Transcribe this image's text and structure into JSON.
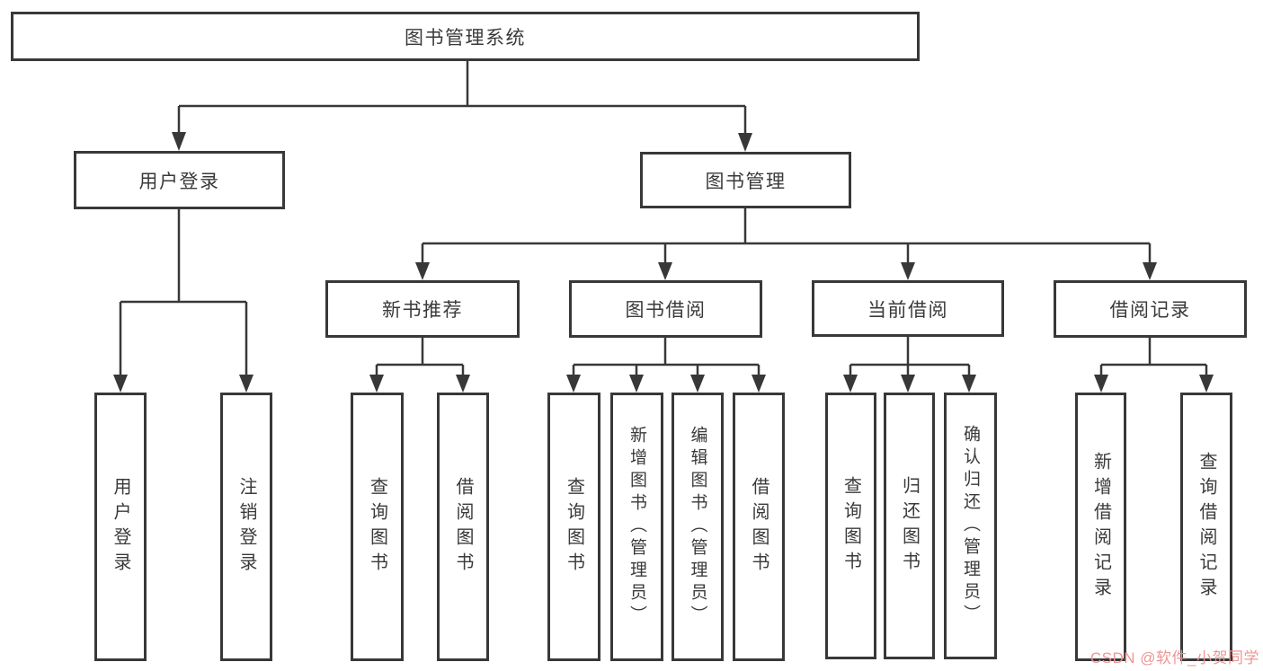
{
  "diagram": {
    "root": {
      "label": "图书管理系统"
    },
    "level2": [
      {
        "label": "用户登录",
        "children": [
          {
            "label": "用户登录"
          },
          {
            "label": "注销登录"
          }
        ]
      },
      {
        "label": "图书管理",
        "children": [
          {
            "label": "新书推荐",
            "children": [
              {
                "label": "查询图书"
              },
              {
                "label": "借阅图书"
              }
            ]
          },
          {
            "label": "图书借阅",
            "children": [
              {
                "label": "查询图书"
              },
              {
                "label": "新增图书（管理员）"
              },
              {
                "label": "编辑图书（管理员）"
              },
              {
                "label": "借阅图书"
              }
            ]
          },
          {
            "label": "当前借阅",
            "children": [
              {
                "label": "查询图书"
              },
              {
                "label": "归还图书"
              },
              {
                "label": "确认归还（管理员）"
              }
            ]
          },
          {
            "label": "借阅记录",
            "children": [
              {
                "label": "新增借阅记录"
              },
              {
                "label": "查询借阅记录"
              }
            ]
          }
        ]
      }
    ]
  },
  "watermark": {
    "text": "CSDN @软件_小贺同学",
    "color": "#f09090"
  },
  "colors": {
    "line": "#383838",
    "box_border": "#383838",
    "text": "#3a3a3a",
    "background": "#ffffff"
  }
}
